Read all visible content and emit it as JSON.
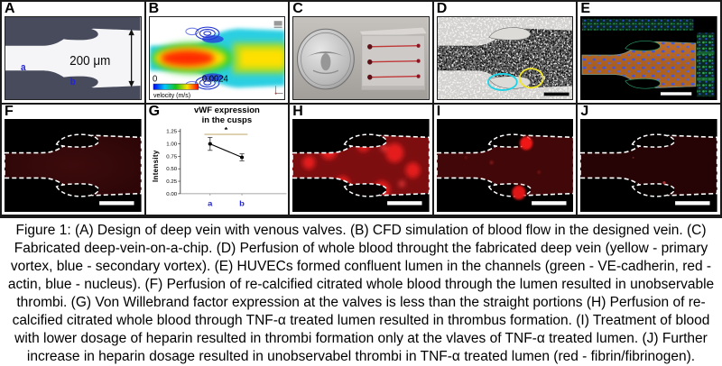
{
  "figure": {
    "caption": "Figure 1: (A) Design of deep vein with venous valves. (B) CFD simulation of blood flow in the designed vein. (C) Fabricated deep-vein-on-a-chip. (D) Perfusion of whole blood throught the fabricated deep vein (yellow - primary vortex, blue - secondary vortex). (E) HUVECs formed confluent lumen in the channels (green - VE-cadherin, red - actin, blue - nucleus). (F) Perfusion of re-calcified citrated whole blood through the lumen resulted in unobservable thrombi. (G) Von Willebrand factor expression at the valves is less than the straight portions (H) Perfusion of re-calcified citrated whole blood through TNF-α treated lumen resulted in thrombus formation. (I) Treatment of blood with lower dosage of heparin resulted in thrombi formation only at the vlaves of TNF-α treated lumen. (J) Further increase in heparin dosage resulted in unobservabel thrombi in TNF-α treated lumen   (red - fibrin/fibrinogen)."
  },
  "panels": {
    "a": {
      "label": "A",
      "scale_label": "200 μm",
      "marker_a": "a",
      "marker_b": "b"
    },
    "b": {
      "label": "B",
      "colorbar_min": "0",
      "colorbar_max": "0.0024",
      "colorbar_title": "velocity (m/s)"
    },
    "c": {
      "label": "C"
    },
    "d": {
      "label": "D"
    },
    "e": {
      "label": "E"
    },
    "f": {
      "label": "F"
    },
    "g": {
      "label": "G"
    },
    "h": {
      "label": "H"
    },
    "i": {
      "label": "I"
    },
    "j": {
      "label": "J"
    }
  },
  "chart_data": {
    "type": "line",
    "title": "vWF expression in the cusps",
    "title_lines": [
      "vWF expression",
      "in the cusps"
    ],
    "xlabel": "",
    "ylabel": "Intensity",
    "categories": [
      "a",
      "b"
    ],
    "values": [
      1.0,
      0.73
    ],
    "errors": [
      0.13,
      0.07
    ],
    "ylim": [
      0,
      1.25
    ],
    "ytick_values": [
      0,
      0.25,
      0.5,
      0.75,
      1.0,
      1.25
    ],
    "ytick_labels": [
      "0.00",
      "0.25",
      "0.50",
      "0.75",
      "1.00",
      "1.25"
    ],
    "significance": {
      "label": "*",
      "level_y": 1.19
    },
    "grid": false,
    "legend": "none",
    "category_label_color": "#2323d8"
  },
  "colors": {
    "panel_a_wall": "#474b5c",
    "marker_blue": "#2323d8",
    "primary_vortex_outline": "#f2e62a",
    "secondary_vortex_outline": "#1ad2e6",
    "fibrin_red": "#cc1414",
    "velocity_min_color": "#0000ff",
    "velocity_max_color": "#ff0000",
    "sig_bar": "#d8c9a2"
  }
}
